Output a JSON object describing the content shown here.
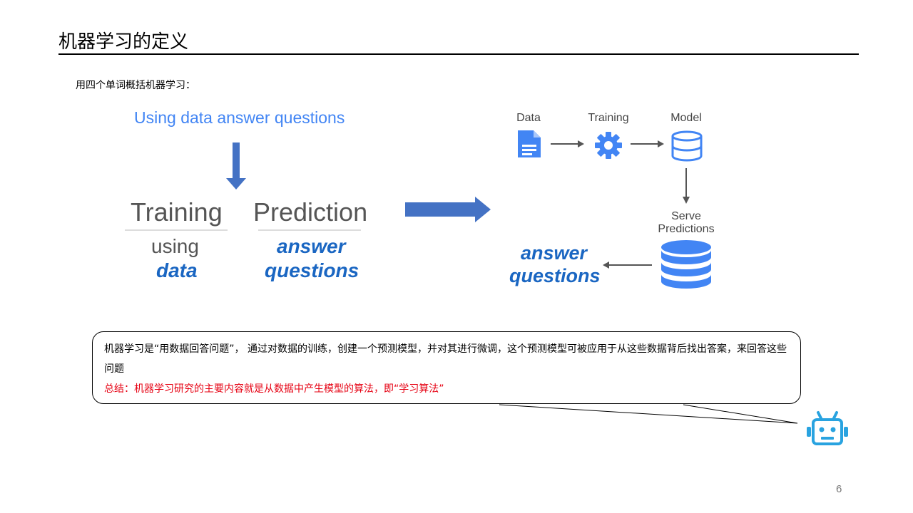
{
  "slide": {
    "title": "机器学习的定义",
    "intro": "用四个单词概括机器学习：",
    "page_number": "6"
  },
  "left_diagram": {
    "sentence": "Using data answer questions",
    "training_heading": "Training",
    "prediction_heading": "Prediction",
    "training_sub1": "using",
    "training_sub2": "data",
    "prediction_sub1": "answer",
    "prediction_sub2": "questions"
  },
  "flow": {
    "data_label": "Data",
    "training_label": "Training",
    "model_label": "Model",
    "serve_label_line1": "Serve",
    "serve_label_line2": "Predictions",
    "answer_line1": "answer",
    "answer_line2": "questions",
    "icon_names": [
      "document-icon",
      "gear-icon",
      "database-icon",
      "database-large-icon"
    ]
  },
  "bubble": {
    "paragraph": "机器学习是“用数据回答问题”，  通过对数据的训练，创建一个预测模型，并对其进行微调，这个预测模型可被应用于从这些数据背后找出答案，来回答这些问题",
    "summary": "总结：机器学习研究的主要内容就是从数据中产生模型的算法，即“学习算法”"
  },
  "colors": {
    "accent_blue": "#4285f4",
    "arrow_blue": "#4472c4",
    "bold_blue": "#1a66c2",
    "summary_red": "#e60012",
    "robot_blue": "#29a3e0"
  }
}
